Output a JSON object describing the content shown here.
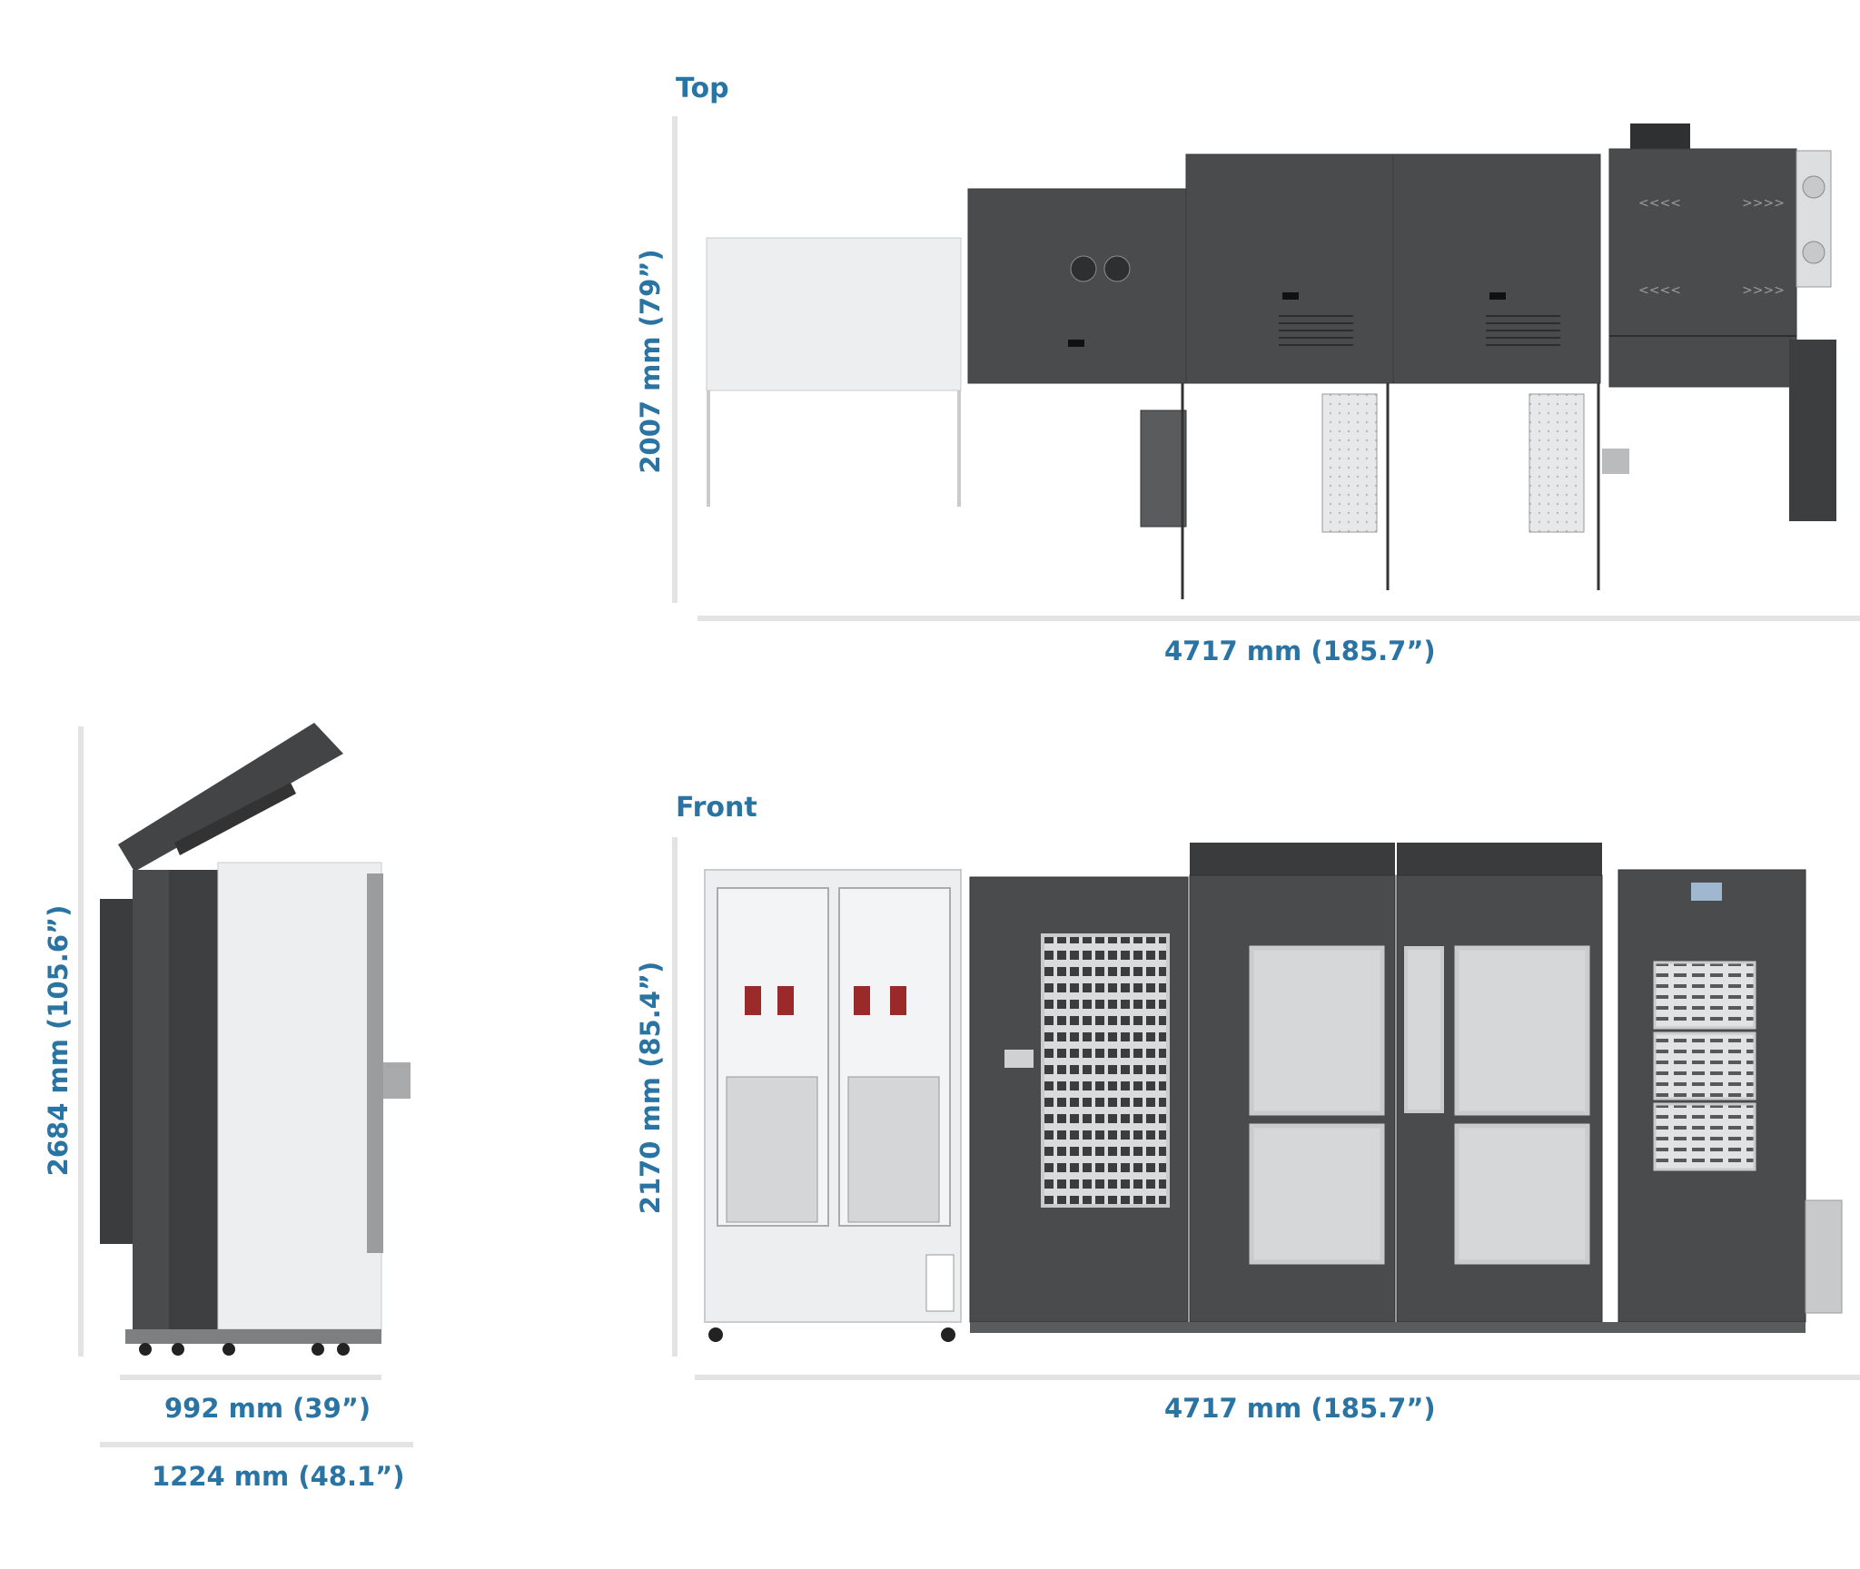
{
  "views": {
    "top": {
      "title": "Top",
      "width_label": "4717 mm (185.7”)",
      "depth_label": "2007 mm (79”)"
    },
    "front": {
      "title": "Front",
      "width_label": "4717 mm (185.7”)",
      "height_label": "2170 mm (85.4”)"
    },
    "side": {
      "height_label": "2684 mm (105.6”)",
      "depth_label": "992 mm (39”)",
      "depth_open_label": "1224 mm (48.1”)"
    }
  },
  "colors": {
    "label": "#2a74a4",
    "dimension_line": "#e3e3e3",
    "cabinet_dark": "#4a4b4d",
    "cabinet_light": "#eceeef",
    "panel_frame": "#c9cbcd"
  }
}
